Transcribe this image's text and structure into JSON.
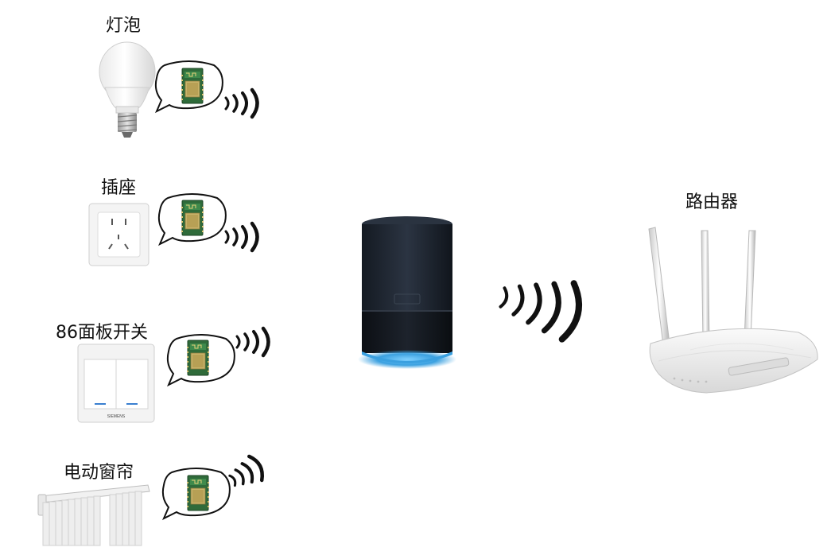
{
  "devices": {
    "bulb": {
      "label": "灯泡",
      "icon": "light-bulb-icon"
    },
    "socket": {
      "label": "插座",
      "icon": "power-socket-icon"
    },
    "switch": {
      "label": "86面板开关",
      "icon": "wall-switch-icon",
      "brand": "SIEMENS"
    },
    "curtain": {
      "label": "电动窗帘",
      "icon": "curtain-rail-icon"
    }
  },
  "hub": {
    "icon": "smart-speaker-icon"
  },
  "router": {
    "label": "路由器",
    "icon": "wifi-router-icon"
  },
  "colors": {
    "module_green": "#2f6b3a",
    "signal_black": "#111111",
    "speaker_body": "#1f2733",
    "speaker_glow": "#3aa0e0"
  }
}
